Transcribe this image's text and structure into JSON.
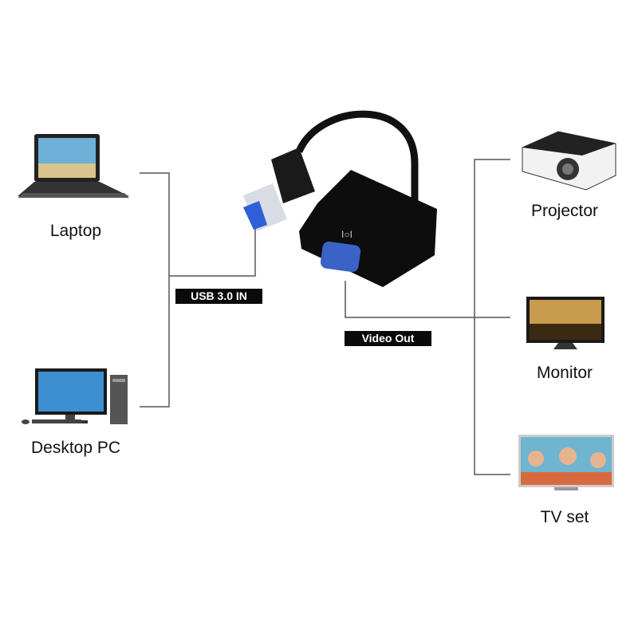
{
  "inputs": [
    {
      "label": "Laptop",
      "icon": "laptop-icon"
    },
    {
      "label": "Desktop PC",
      "icon": "desktop-pc-icon"
    }
  ],
  "outputs": [
    {
      "label": "Projector",
      "icon": "projector-icon"
    },
    {
      "label": "Monitor",
      "icon": "monitor-icon"
    },
    {
      "label": "TV set",
      "icon": "tv-icon"
    }
  ],
  "tags": {
    "usb_in": "USB 3.0 IN",
    "video_out": "Video Out"
  },
  "colors": {
    "line": "#555555",
    "tag_bg": "#0a0a0a",
    "usb_blue": "#2f5fd6",
    "vga_blue": "#3a63c8"
  }
}
